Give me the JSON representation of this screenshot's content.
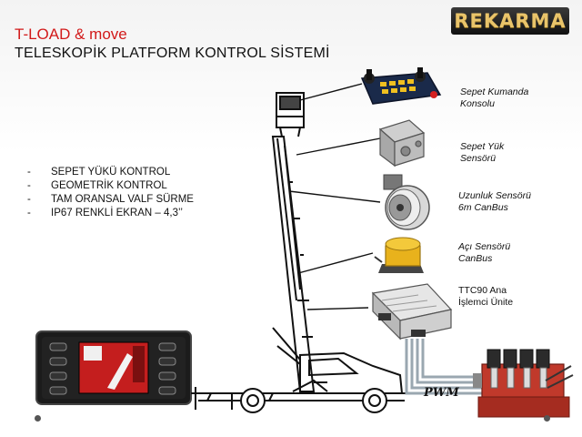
{
  "header": {
    "title": "T-LOAD & move",
    "subtitle": "TELESKOPİK PLATFORM KONTROL SİSTEMİ",
    "logo": "REKARMA"
  },
  "features": [
    {
      "dash": "-",
      "text": "SEPET YÜKÜ KONTROL"
    },
    {
      "dash": "-",
      "text": "GEOMETRİK KONTROL"
    },
    {
      "dash": "-",
      "text": "TAM ORANSAL VALF SÜRME"
    },
    {
      "dash": "-",
      "text": "IP67 RENKLİ EKRAN – 4,3’’"
    }
  ],
  "components": [
    {
      "line1": "Sepet Kumanda",
      "line2": "Konsolu",
      "icon": "joystick-console-icon"
    },
    {
      "line1": "Sepet Yük",
      "line2": "Sensörü",
      "icon": "load-cell-icon"
    },
    {
      "line1": "Uzunluk Sensörü",
      "line2": "6m CanBus",
      "icon": "cable-reel-sensor-icon"
    },
    {
      "line1": "Açı Sensörü",
      "line2": "CanBus",
      "icon": "angle-sensor-icon"
    },
    {
      "line1": "TTC90 Ana",
      "line2": "İşlemci Ünite",
      "icon": "ecu-icon"
    }
  ],
  "signal_label": "PWM",
  "colors": {
    "title_red": "#d21a1a",
    "logo_gold": "#e9c46a",
    "sensor_yellow": "#e8b21c",
    "valve_red": "#c0392b",
    "cable_gray": "#9aa7b0"
  }
}
